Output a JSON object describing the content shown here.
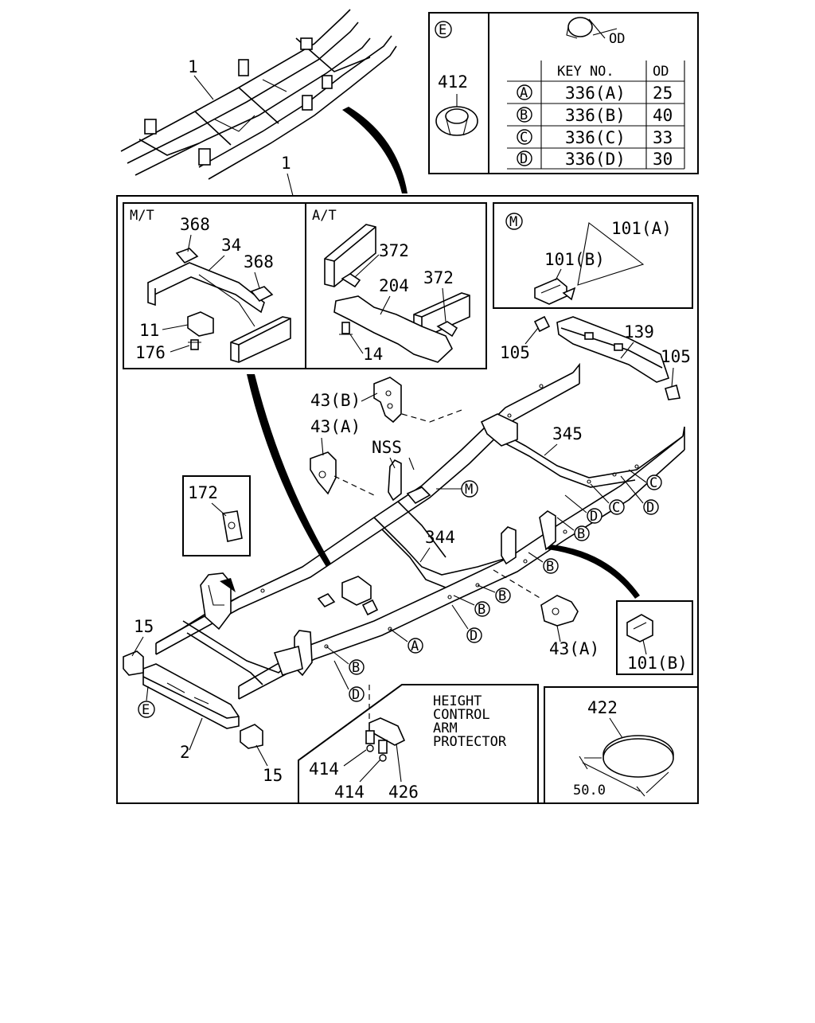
{
  "legend_e": {
    "tag": "E",
    "od_label": "OD",
    "part_number": "412",
    "columns": [
      "KEY NO.",
      "OD"
    ],
    "rows": [
      {
        "mark": "A",
        "key": "336(A)",
        "od": "25"
      },
      {
        "mark": "B",
        "key": "336(B)",
        "od": "40"
      },
      {
        "mark": "C",
        "key": "336(C)",
        "od": "33"
      },
      {
        "mark": "D",
        "key": "336(D)",
        "od": "30"
      }
    ]
  },
  "frame_top": {
    "label": "1"
  },
  "frame_main": {
    "label": "1"
  },
  "mt_panel": {
    "title": "M/T",
    "labels": [
      "368",
      "34",
      "368",
      "11",
      "176"
    ]
  },
  "at_panel": {
    "title": "A/T",
    "labels": [
      "372",
      "204",
      "372",
      "14"
    ]
  },
  "m_panel": {
    "tag": "M",
    "labels": [
      "101(A)",
      "101(B)"
    ]
  },
  "crossmember": {
    "labels": [
      "105",
      "139",
      "105"
    ]
  },
  "brackets": {
    "top_b": "43(B)",
    "top_a": "43(A)",
    "nss": "NSS",
    "right_a": "43(A)",
    "m_mark": "M"
  },
  "center": {
    "label_344": "344",
    "label_345": "345"
  },
  "pad_172": {
    "label": "172"
  },
  "front": {
    "label_15_left": "15",
    "label_2": "2",
    "label_15_right": "15",
    "e_mark": "E"
  },
  "inset_101b": {
    "label": "101(B)"
  },
  "markers": [
    "C",
    "D",
    "C",
    "D",
    "B",
    "B",
    "B",
    "B",
    "D",
    "A",
    "B",
    "D"
  ],
  "height_control": {
    "title_lines": [
      "HEIGHT",
      "CONTROL",
      "ARM",
      "PROTECTOR"
    ],
    "labels": [
      "414",
      "414",
      "426"
    ]
  },
  "plug": {
    "label": "422",
    "dimension": "50.0"
  }
}
